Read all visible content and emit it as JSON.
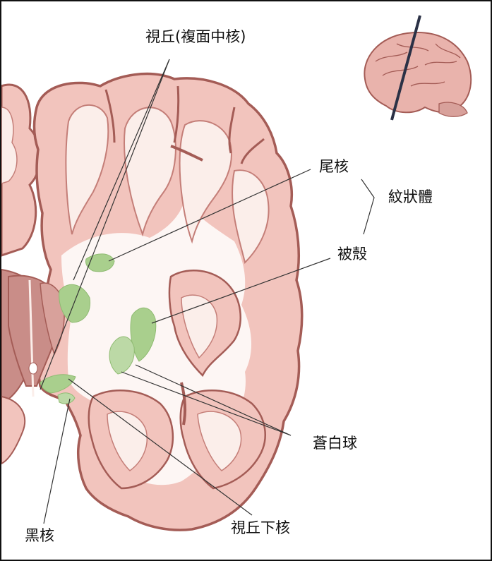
{
  "labels": {
    "thalamus": "視丘(複面中核)",
    "caudate": "尾核",
    "striatum": "紋狀體",
    "putamen": "被殼",
    "globus_pallidus": "蒼白球",
    "substantia_nigra": "黑核",
    "subthalamic": "視丘下核"
  },
  "colors": {
    "cortex": "#f2c4bd",
    "cortex_edge": "#a45c56",
    "white_matter": "#fbeeea",
    "nucleus_green": "#a9cf8d",
    "thalamus_dark": "#c98d88",
    "leader_line": "#333333"
  }
}
